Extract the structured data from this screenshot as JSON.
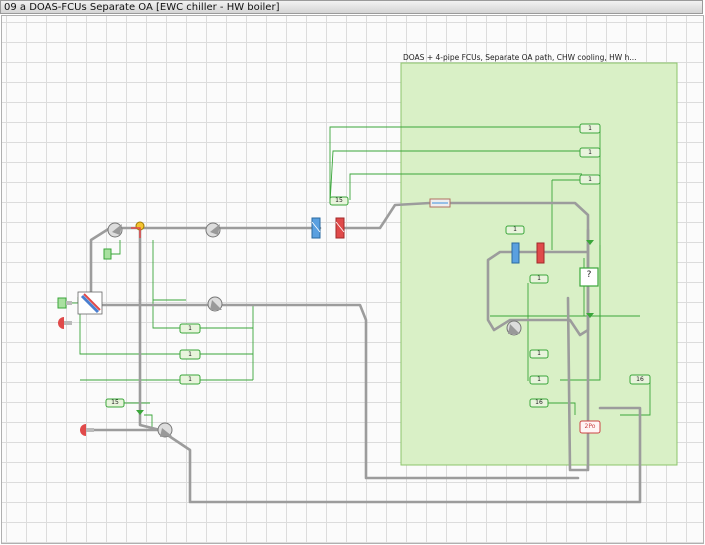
{
  "window": {
    "title": "09 a DOAS-FCUs Separate OA [EWC chiller - HW boiler]"
  },
  "zone": {
    "label": "DOAS + 4-pipe FCUs, Separate OA path, CHW cooling, HW h..."
  },
  "nodes": {
    "junction_label": "?",
    "pump_label": "2Po",
    "terminal_tags": [
      "1",
      "1",
      "1",
      "15",
      "1",
      "1",
      "1",
      "1",
      "1",
      "1",
      "1",
      "16",
      "16",
      "15"
    ]
  },
  "colors": {
    "air_duct": "#9c9c9c",
    "control_line": "#3aa63a",
    "zone_fill": "#d9f0c6",
    "zone_border": "#8cc56b",
    "cooling_coil": "#5aa0e0",
    "heating_coil": "#e04a4a",
    "grid": "#dcdcdc"
  }
}
